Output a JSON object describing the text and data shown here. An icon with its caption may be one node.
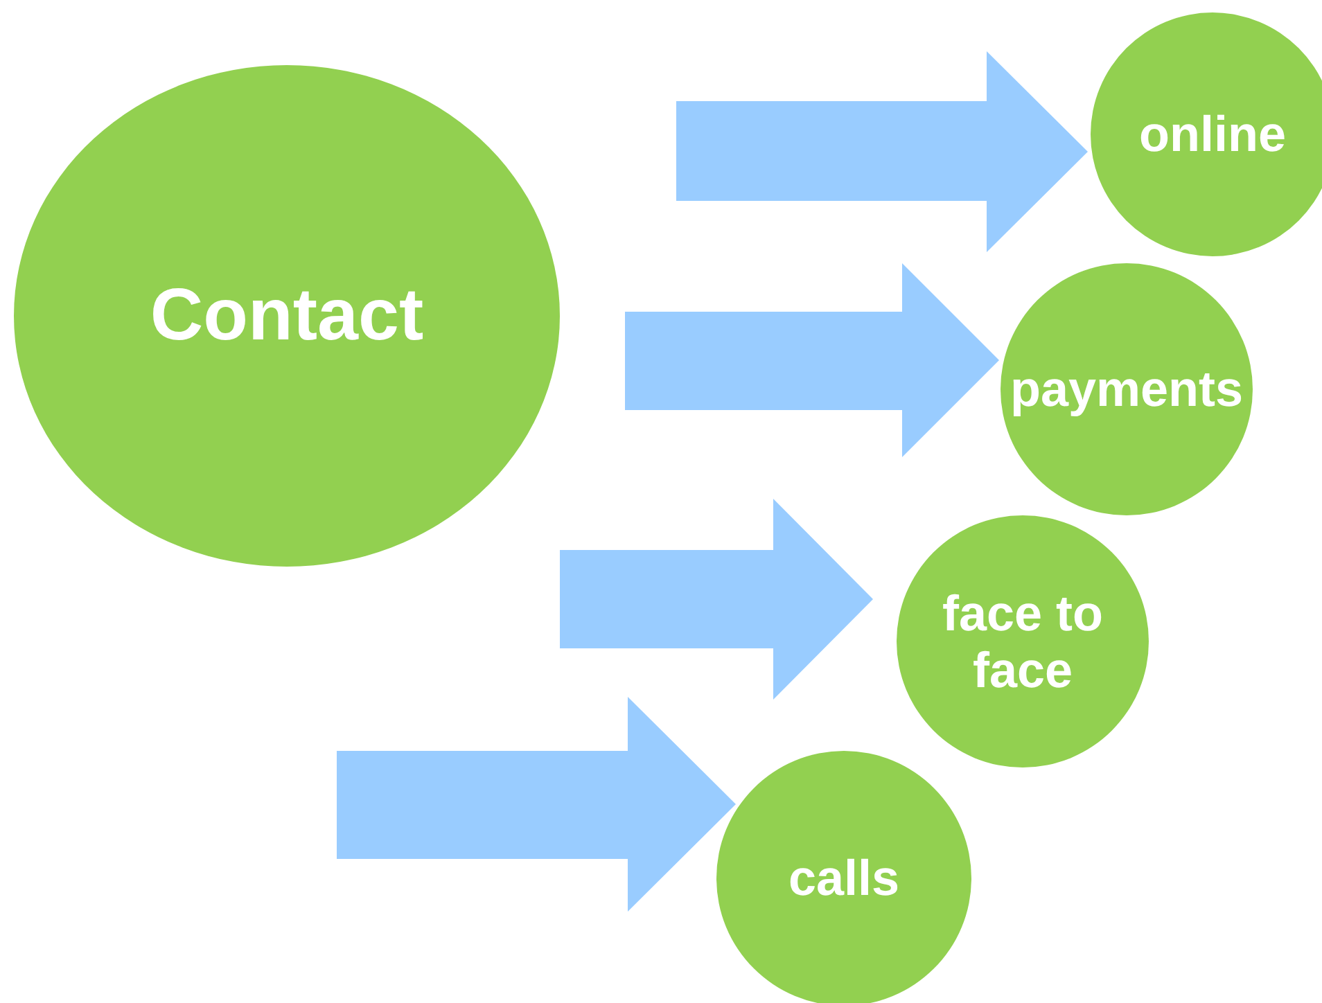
{
  "diagram": {
    "nodes": [
      {
        "text": [
          "Contact"
        ]
      },
      {
        "text": [
          "online"
        ]
      },
      {
        "text": [
          "payments"
        ]
      },
      {
        "text": [
          "face to face"
        ]
      },
      {
        "text": [
          "calls"
        ]
      }
    ],
    "edges": [
      {
        "from": null,
        "to": 1,
        "arrow": "to"
      },
      {
        "from": null,
        "to": 2,
        "arrow": "to"
      },
      {
        "from": null,
        "to": 3,
        "arrow": "to"
      },
      {
        "from": null,
        "to": 4,
        "arrow": "to"
      }
    ]
  }
}
